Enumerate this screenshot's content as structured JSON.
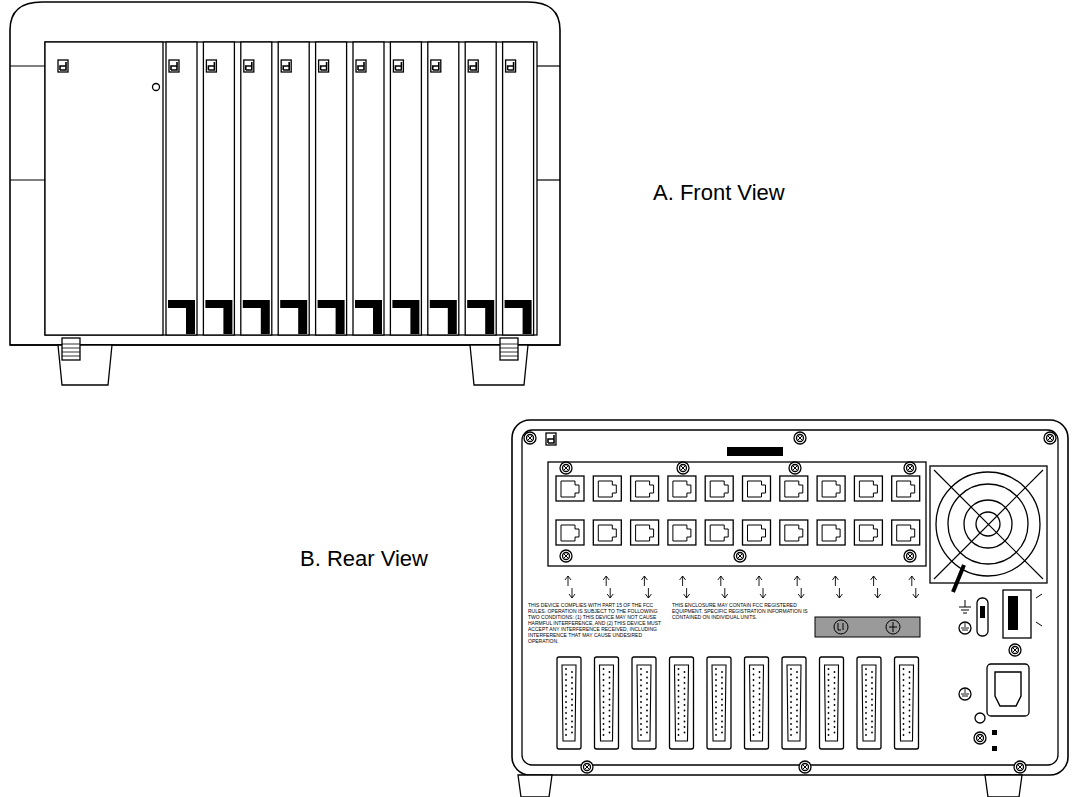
{
  "diagram": {
    "labels": [
      "A. Front View",
      "B. Rear View",
      "THIS DEVICE COMPLIES WITH PART 15 OF THE FCC RULES. OPERATION IS SUBJECT TO THE FOLLOWING TWO CONDITIONS: (1) THIS DEVICE MAY NOT CAUSE HARMFUL INTERFERENCE, AND (2) THIS DEVICE MUST ACCEPT ANY INTERFERENCE RECEIVED, INCLUDING INTERFERENCE THAT MAY CAUSE UNDESIRED OPERATION.",
      "THIS ENCLOSURE MAY CONTAIN FCC REGISTERED EQUIPMENT. SPECIFIC REGISTRATION INFORMATION IS CONTAINED ON INDIVIDUAL UNITS."
    ]
  }
}
